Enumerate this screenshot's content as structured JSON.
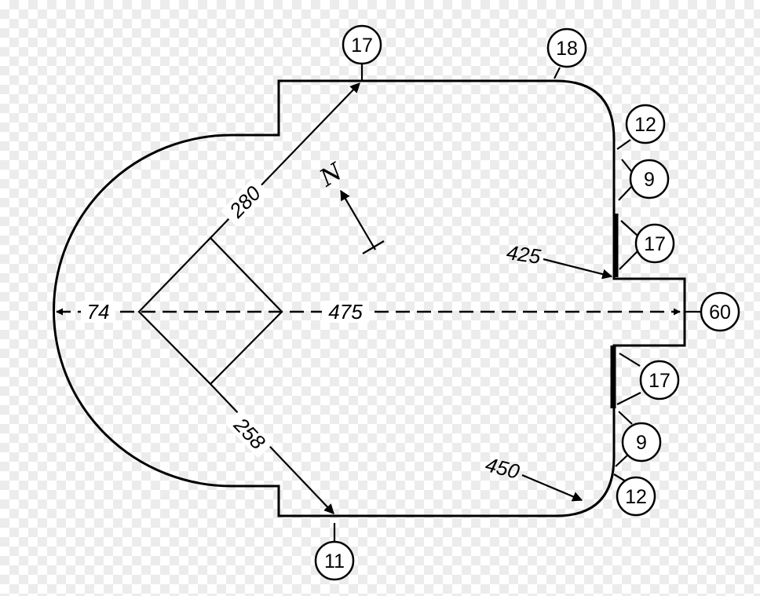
{
  "diagram": {
    "dimensions": {
      "left_fence": "74",
      "center_field": "475",
      "right_line": "280",
      "left_line": "258",
      "right_center": "425",
      "left_center": "450"
    },
    "north_marker": "N",
    "callouts": {
      "c17_top": "17",
      "c18_top": "18",
      "c12_upper": "12",
      "c9_upper": "9",
      "c17_upper": "17",
      "c60": "60",
      "c17_lower": "17",
      "c9_lower": "9",
      "c12_lower": "12",
      "c11_bottom": "11"
    }
  }
}
